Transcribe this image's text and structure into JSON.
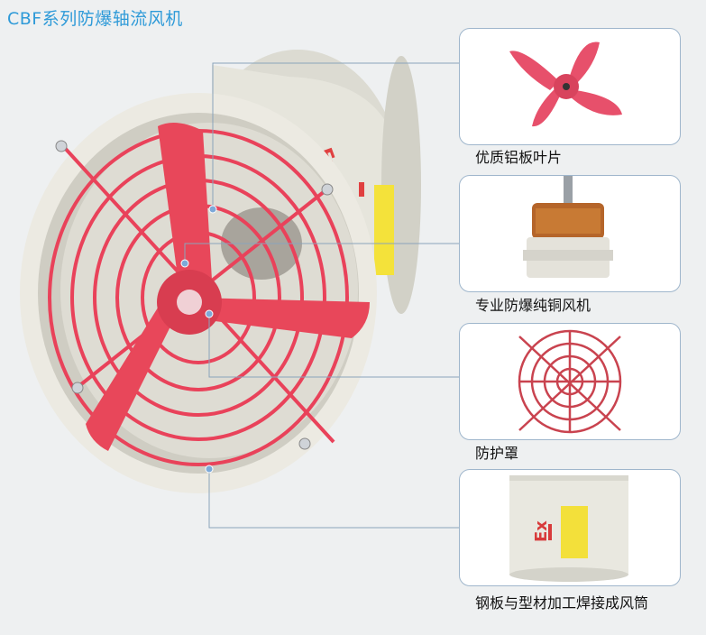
{
  "title": "CBF系列防爆轴流风机",
  "features": [
    {
      "label": "优质铝板叶片",
      "icon": "fan-blade"
    },
    {
      "label": "专业防爆纯铜风机",
      "icon": "copper-motor"
    },
    {
      "label": "防护罩",
      "icon": "guard-grille"
    },
    {
      "label": "钢板与型材加工焊接成风筒",
      "icon": "steel-duct"
    }
  ],
  "product_marking": "Ex",
  "colors": {
    "accent": "#2e9ad8",
    "blade": "#e8475a",
    "housing": "#e9e8e0",
    "card_border": "#9fb6cc"
  }
}
